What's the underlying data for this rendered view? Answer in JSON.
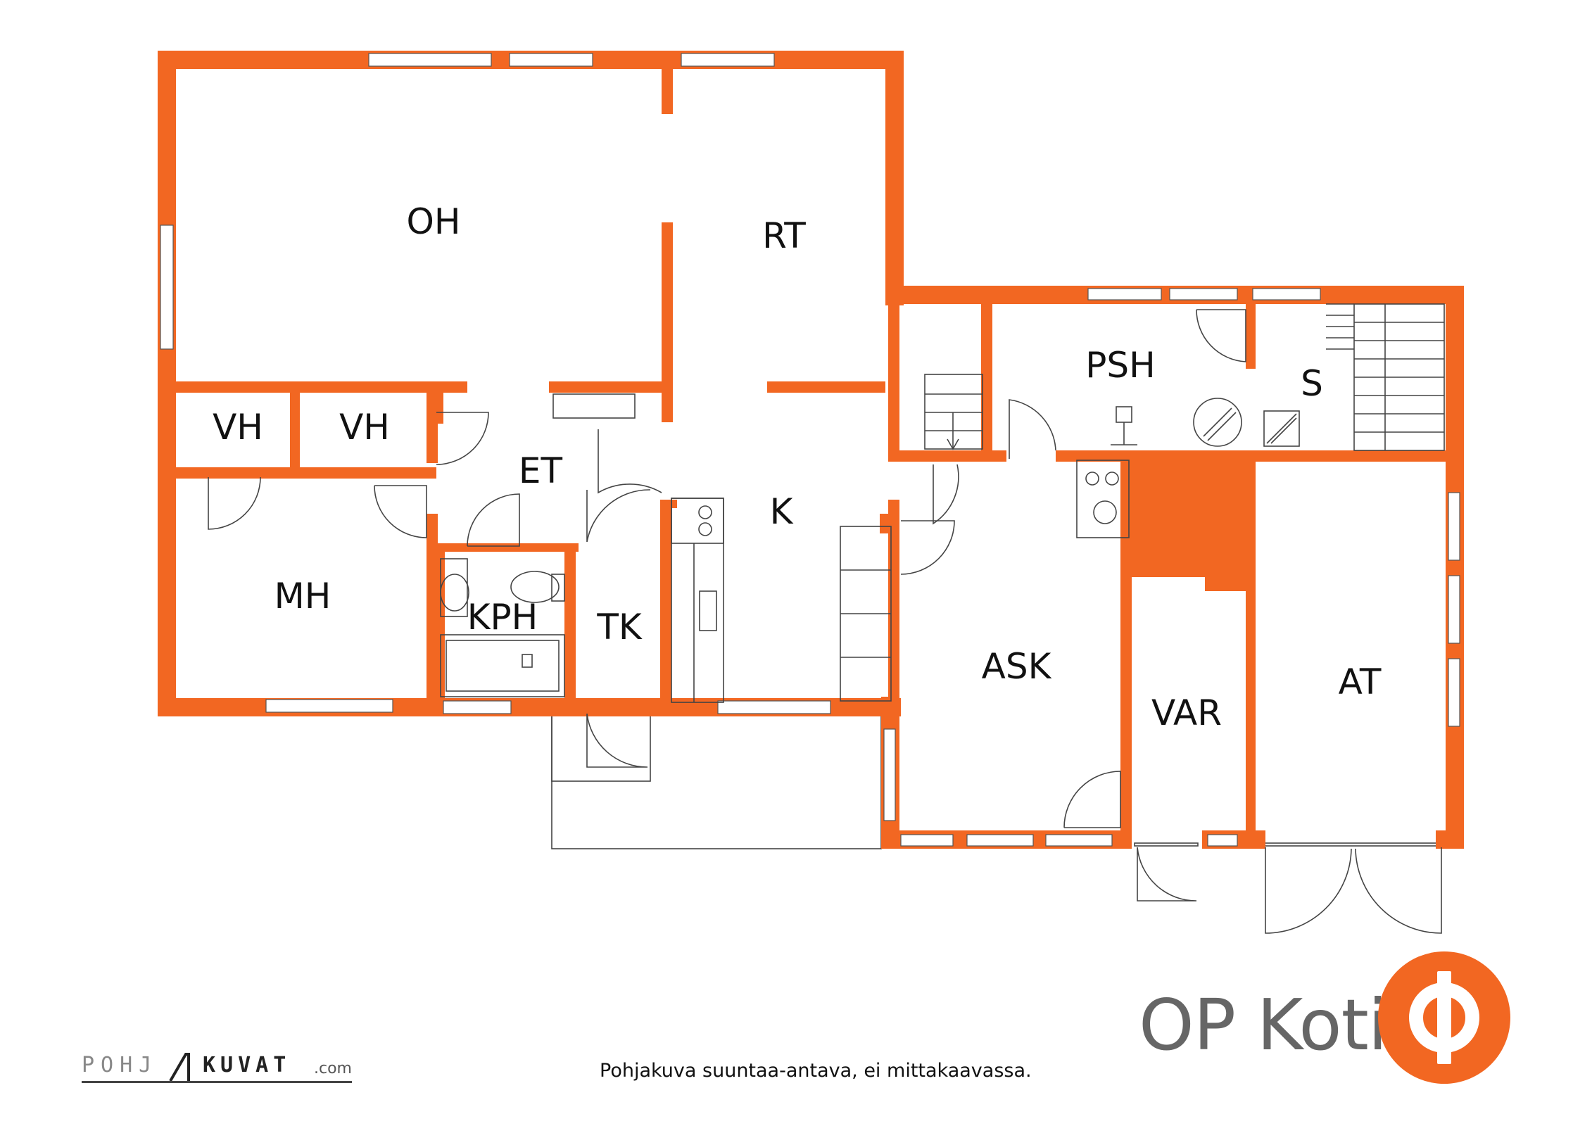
{
  "rooms": {
    "oh": "OH",
    "rt": "RT",
    "psh": "PSH",
    "s": "S",
    "vh1": "VH",
    "vh2": "VH",
    "et": "ET",
    "k": "K",
    "mh": "MH",
    "kph": "KPH",
    "tk": "TK",
    "ask": "ASK",
    "var": "VAR",
    "at": "AT"
  },
  "footer": {
    "brand": "OP Koti",
    "disclaimer": "Pohjakuva suuntaa-antava, ei mittakaavassa.",
    "pk_left": "POHJ",
    "pk_right": "KUVAT",
    "pk_domain": ".com"
  },
  "colors": {
    "wall": "#F26722",
    "brand_text": "#666666"
  }
}
